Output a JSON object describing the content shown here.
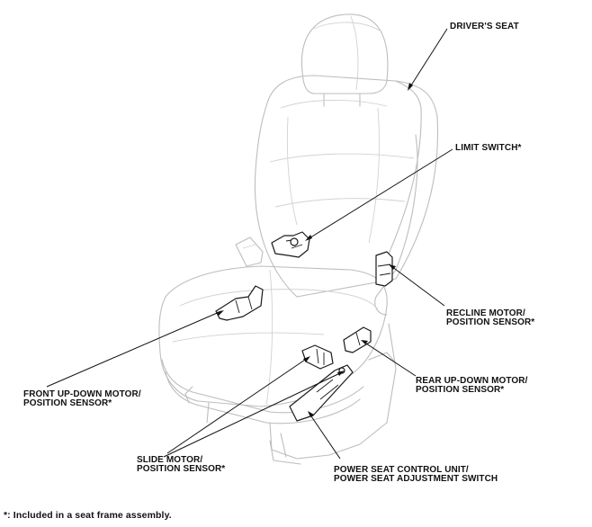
{
  "labels": {
    "drivers_seat": "DRIVER'S SEAT",
    "limit_switch": "LIMIT SWITCH*",
    "recline_motor_1": "RECLINE MOTOR/",
    "recline_motor_2": "POSITION SENSOR*",
    "rear_updown_1": "REAR UP-DOWN MOTOR/",
    "rear_updown_2": "POSITION SENSOR*",
    "front_updown_1": "FRONT UP-DOWN MOTOR/",
    "front_updown_2": "POSITION SENSOR*",
    "slide_motor_1": "SLIDE MOTOR/",
    "slide_motor_2": "POSITION SENSOR*",
    "control_unit_1": "POWER SEAT CONTROL UNIT/",
    "control_unit_2": "POWER SEAT ADJUSTMENT SWITCH"
  },
  "footnote": "*: Included in a seat frame assembly.",
  "colors": {
    "seat_outline": "#bdbdbd",
    "component": "#1a1a1a",
    "text": "#111111"
  }
}
